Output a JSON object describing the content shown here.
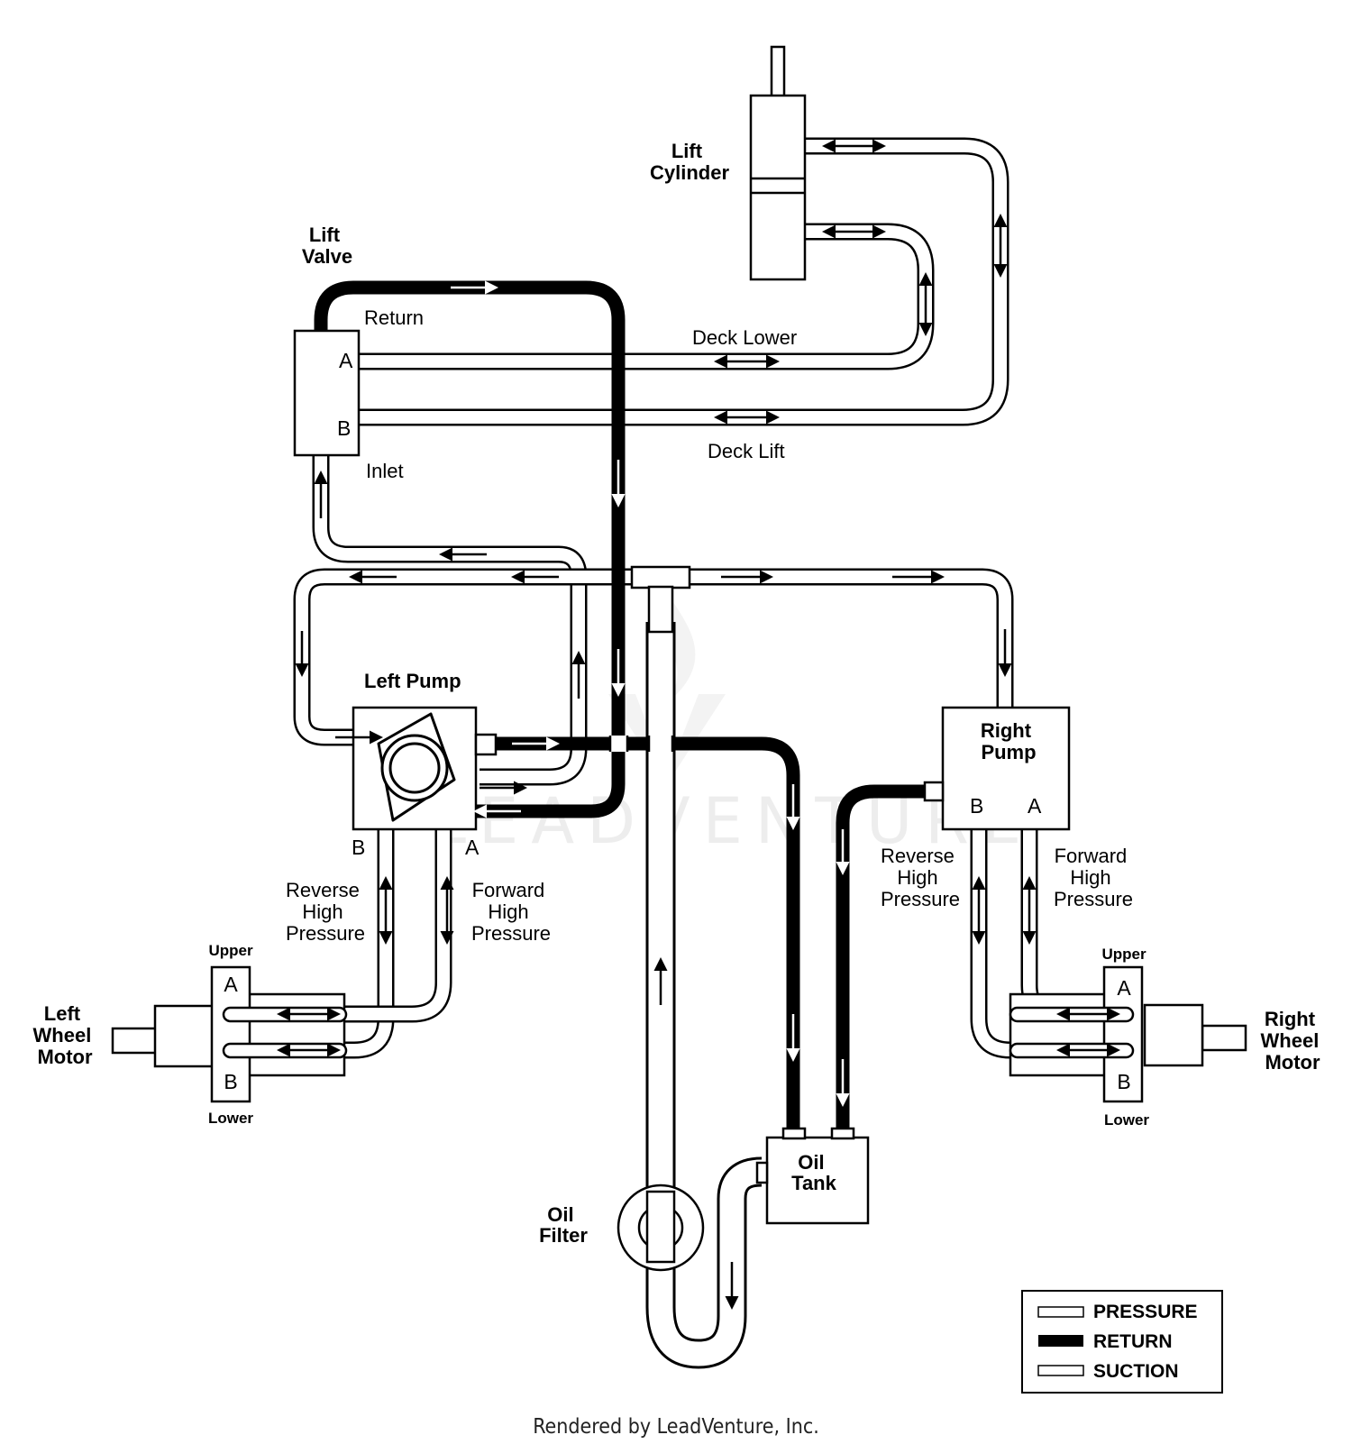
{
  "labels": {
    "lift_cylinder": [
      "Lift",
      "Cylinder"
    ],
    "lift_valve": [
      "Lift",
      "Valve"
    ],
    "return": "Return",
    "inlet": "Inlet",
    "deck_lower": "Deck Lower",
    "deck_lift": "Deck Lift",
    "port_a": "A",
    "port_b": "B",
    "left_pump": "Left Pump",
    "right_pump": [
      "Right",
      "Pump"
    ],
    "reverse_high_pressure": [
      "Reverse",
      "High",
      "Pressure"
    ],
    "forward_high_pressure": [
      "Forward",
      "High",
      "Pressure"
    ],
    "upper": "Upper",
    "lower": "Lower",
    "left_wheel_motor": [
      "Left",
      "Wheel",
      "Motor"
    ],
    "right_wheel_motor": [
      "Right",
      "Wheel",
      "Motor"
    ],
    "oil_filter": [
      "Oil",
      "Filter"
    ],
    "oil_tank": [
      "Oil",
      "Tank"
    ]
  },
  "legend": {
    "pressure": "PRESSURE",
    "return": "RETURN",
    "suction": "SUCTION"
  },
  "watermark": "LEADVENTURE",
  "footer": "Rendered by LeadVenture, Inc."
}
